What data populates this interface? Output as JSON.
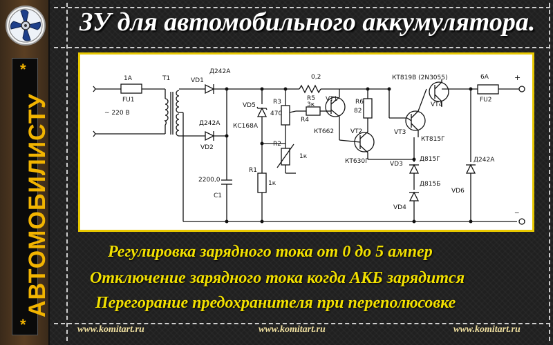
{
  "title": "ЗУ  для автомобильного аккумулятора.",
  "vertical_banner": "АВТОМОБИЛИСТУ",
  "star": "*",
  "features": [
    "Регулировка зарядного тока  от 0 до 5 ампер",
    "Отключение зарядного тока когда АКБ зарядится",
    "Перегорание предохранителя при переполюсовке"
  ],
  "urls": [
    "www.komitart.ru",
    "www.komitart.ru",
    "www.komitart.ru"
  ],
  "schematic": {
    "fu1_rating": "1А",
    "fu1": "FU1",
    "mains": "~ 220 В",
    "t1": "T1",
    "vd1": "VD1",
    "vd1_type": "Д242А",
    "vd2": "VD2",
    "vd2_type": "Д242А",
    "vd5": "VD5",
    "vd5_type": "КС168А",
    "c1_value": "2200,0",
    "c1": "C1",
    "r1": "R1",
    "r1_value": "1к",
    "r2": "R2",
    "r2_value": "1к",
    "r3": "R3",
    "r3_value": "470",
    "r5": "R5",
    "r5_value": "3к",
    "r4": "R4",
    "shunt_value": "0,2",
    "vt1": "VT1",
    "vt1_type": "КТ662",
    "r6": "R6",
    "r6_value": "82",
    "vt2": "VT2",
    "vt2_type": "КТ630Г",
    "vt3": "VT3",
    "vt3_type": "КТ815Г",
    "vt4_type": "КТ819В  (2N3055)",
    "vt4": "VT4",
    "vd3": "VD3",
    "vd3_type": "Д815Г",
    "vd4": "VD4",
    "vd4_type": "Д815Б",
    "fu2_rating": "6А",
    "fu2": "FU2",
    "vd6": "VD6",
    "vd6_type": "Д242А",
    "plus": "+",
    "minus": "_"
  },
  "colors": {
    "accent_yellow": "#f2e000",
    "frame_yellow": "#e8c800",
    "banner_text": "#f2b400"
  },
  "logo_icon": "propeller-icon"
}
